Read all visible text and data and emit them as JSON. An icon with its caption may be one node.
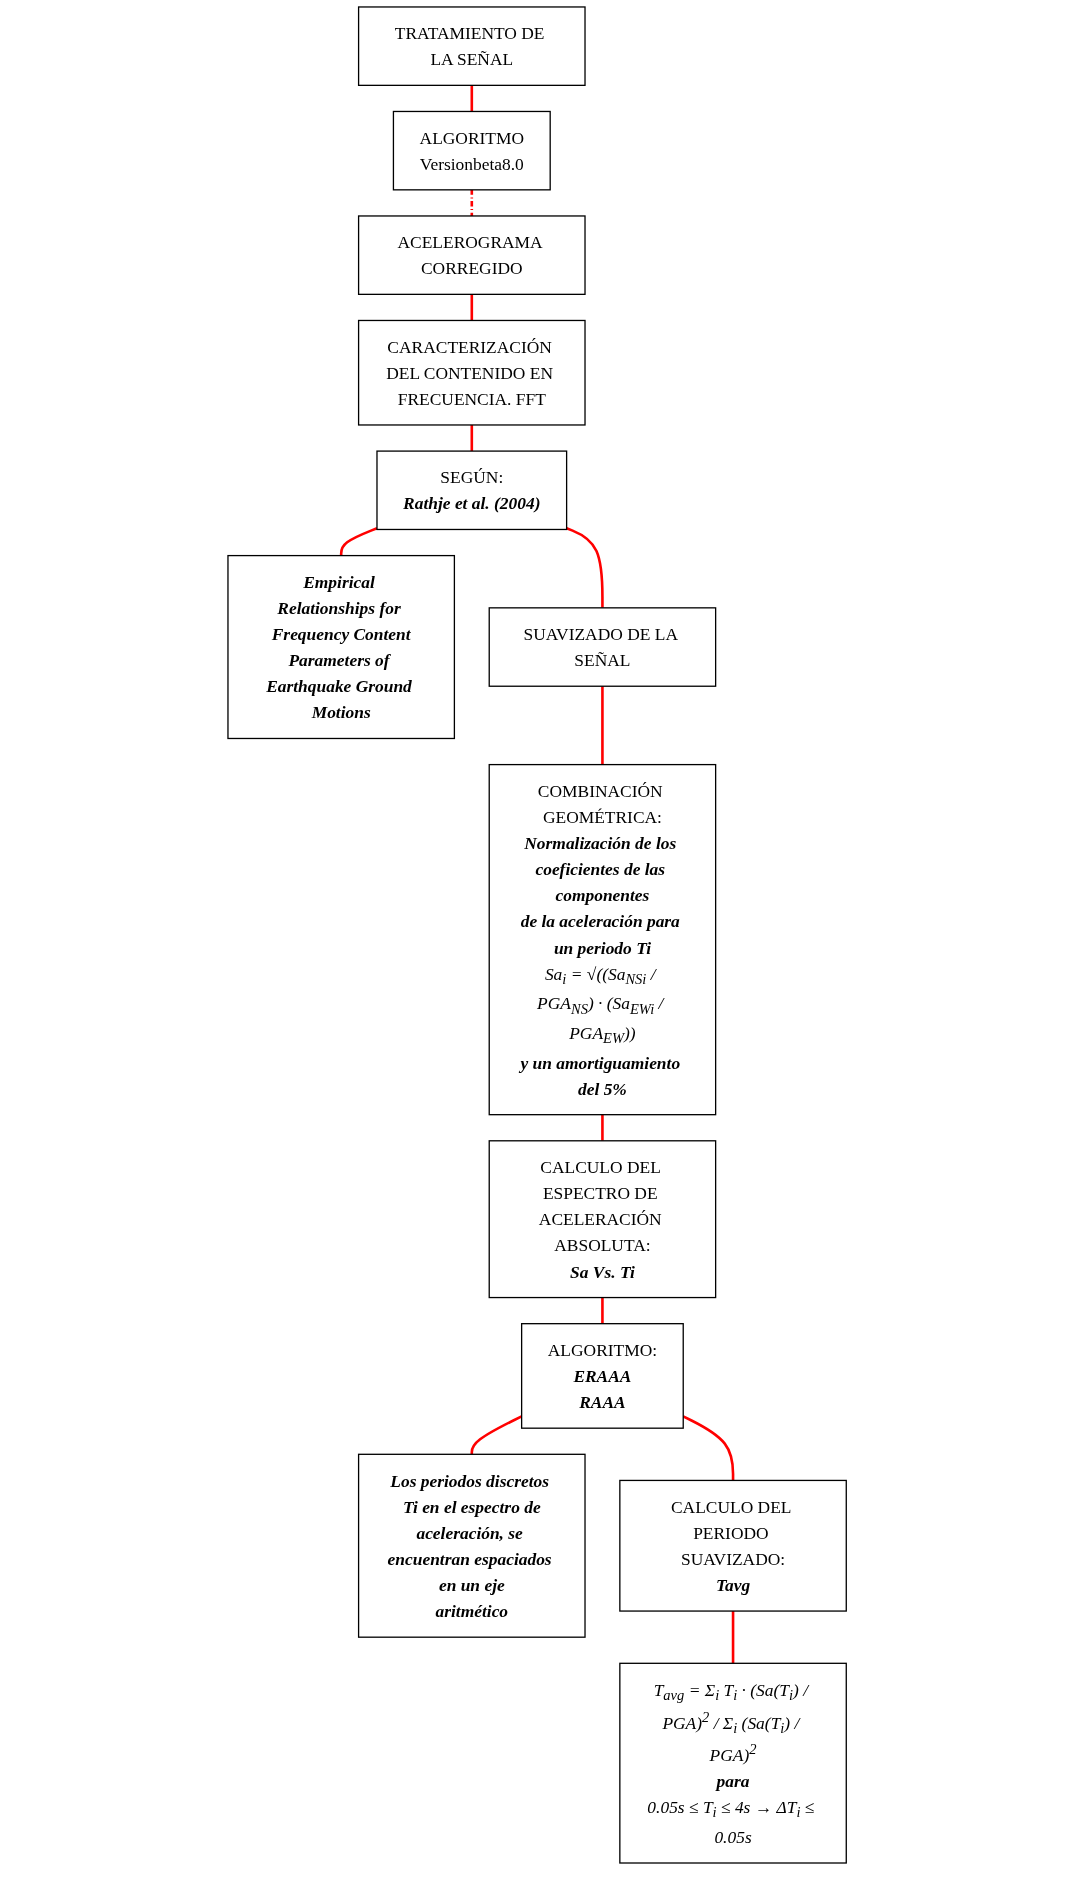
{
  "diagram": {
    "nodes": [
      {
        "text": [
          "TRATAMIENTO DE LA SEÑAL"
        ]
      },
      {
        "text": [
          "ALGORITMO",
          "Versionbeta8.0"
        ]
      },
      {
        "text": [
          "ACELEROGRAMA CORREGIDO"
        ]
      },
      {
        "text": [
          "CARACTERIZACIÓN DEL CONTENIDO EN FRECUENCIA. FFT"
        ]
      },
      {
        "text": [
          "SEGÚN:",
          "Rathje et al. (2004)"
        ]
      },
      {
        "text": [
          "Empirical Relationships for Frequency Content Parameters of Earthquake Ground Motions"
        ]
      },
      {
        "text": [
          "SUAVIZADO DE LA SEÑAL"
        ]
      },
      {
        "text": [
          "COMBINACIÓN GEOMÉTRICA:",
          "Normalización de los coeficientes de las componentes de la aceleración para un periodo Ti",
          "Sa$_{i}$ = √((Sa$_{NSi}$ / PGA$_{NS}$) · (Sa$_{EWi}$ / PGA$_{EW}$))",
          "y un amortiguamiento del 5%"
        ]
      },
      {
        "text": [
          "CALCULO DEL ESPECTRO DE ACELERACIÓN ABSOLUTA:",
          "Sa Vs. Ti"
        ]
      },
      {
        "text": [
          "ALGORITMO:",
          "ERAAA",
          "RAAA"
        ]
      },
      {
        "text": [
          "Los periodos discretos Ti en el espectro de aceleración, se encuentran espaciados en un eje aritmético"
        ]
      },
      {
        "text": [
          "CALCULO DEL PERIODO SUAVIZADO:",
          "Tavg"
        ]
      },
      {
        "text": [
          "T$_{avg}$ = Σ$_{i}$ T$_{i}$ · (Sa(T$_{i}$) / PGA)$^{2}$ / Σ$_{i}$ (Sa(T$_{i}$) / PGA)$^{2}$",
          "para",
          "0.05s ≤ T$_{i}$ ≤ 4s → ΔT$_{i}$ ≤ 0.05s"
        ]
      }
    ],
    "edges": [
      {
        "from": 0,
        "to": 1,
        "arrow": "none"
      },
      {
        "from": 1,
        "to": 2,
        "arrow": "none",
        "style": "dashed"
      },
      {
        "from": 2,
        "to": 3,
        "arrow": "none"
      },
      {
        "from": 3,
        "to": 4,
        "arrow": "none"
      },
      {
        "from": 4,
        "to": 5,
        "arrow": "none"
      },
      {
        "from": 4,
        "to": 6,
        "arrow": "none"
      },
      {
        "from": 6,
        "to": 7,
        "arrow": "none"
      },
      {
        "from": 7,
        "to": 8,
        "arrow": "none"
      },
      {
        "from": 8,
        "to": 9,
        "arrow": "none"
      },
      {
        "from": 9,
        "to": 10,
        "arrow": "none"
      },
      {
        "from": 9,
        "to": 11,
        "arrow": "none"
      },
      {
        "from": 11,
        "to": 12,
        "arrow": "none"
      }
    ]
  }
}
